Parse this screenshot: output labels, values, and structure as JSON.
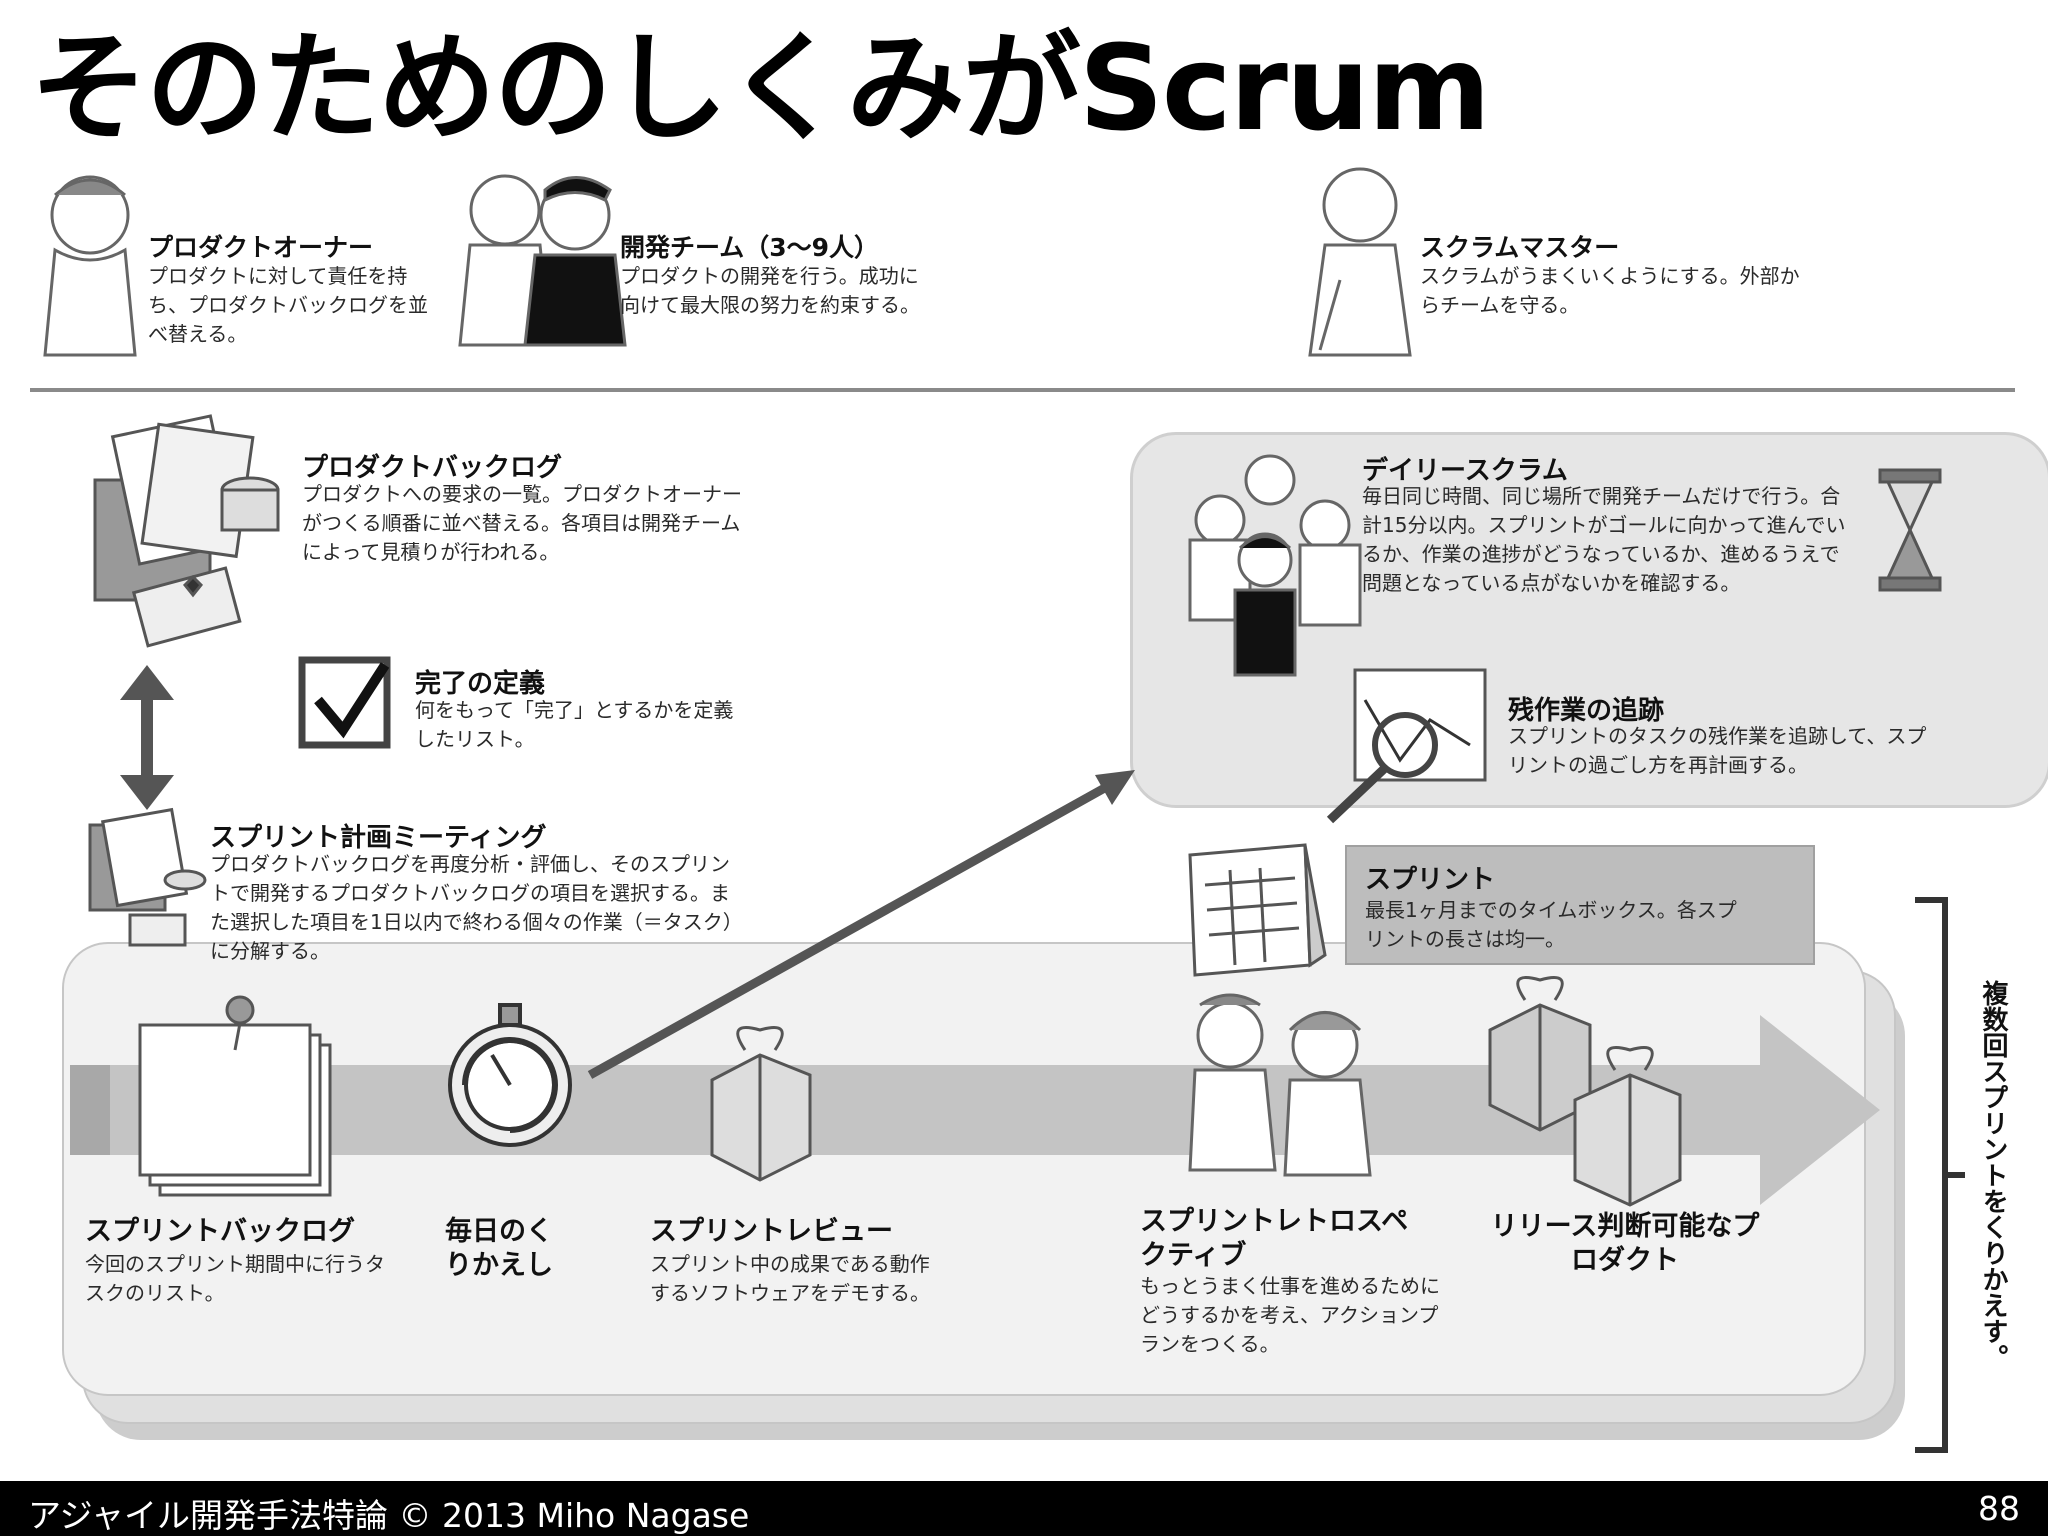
{
  "title": "そのためのしくみがScrum",
  "roles": {
    "product_owner": {
      "name": "プロダクトオーナー",
      "desc": "プロダクトに対して責任を持ち、プロダクトバックログを並べ替える。"
    },
    "dev_team": {
      "name": "開発チーム（3〜9人）",
      "desc": "プロダクトの開発を行う。成功に向けて最大限の努力を約束する。"
    },
    "scrum_master": {
      "name": "スクラムマスター",
      "desc": "スクラムがうまくいくようにする。外部からチームを守る。"
    }
  },
  "artifacts": {
    "product_backlog": {
      "title": "プロダクトバックログ",
      "desc": "プロダクトへの要求の一覧。プロダクトオーナーがつくる順番に並べ替える。各項目は開発チームによって見積りが行われる。"
    },
    "definition_of_done": {
      "title": "完了の定義",
      "desc": "何をもって「完了」とするかを定義したリスト。"
    },
    "sprint_planning": {
      "title": "スプリント計画ミーティング",
      "desc": "プロダクトバックログを再度分析・評価し、そのスプリントで開発するプロダクトバックログの項目を選択する。また選択した項目を1日以内で終わる個々の作業（＝タスク）に分解する。"
    },
    "daily_scrum": {
      "title": "デイリースクラム",
      "desc": "毎日同じ時間、同じ場所で開発チームだけで行う。合計15分以内。スプリントがゴールに向かって進んでいるか、作業の進捗がどうなっているか、進めるうえで問題となっている点がないかを確認する。"
    },
    "burndown": {
      "title": "残作業の追跡",
      "desc": "スプリントのタスクの残作業を追跡して、スプリントの過ごし方を再計画する。"
    },
    "sprint": {
      "title": "スプリント",
      "desc": "最長1ヶ月までのタイムボックス。各スプリントの長さは均一。"
    }
  },
  "flow": {
    "sprint_backlog": {
      "title": "スプリントバックログ",
      "desc": "今回のスプリント期間中に行うタスクのリスト。"
    },
    "daily_loop": {
      "title": "毎日のくりかえし"
    },
    "sprint_review": {
      "title": "スプリントレビュー",
      "desc": "スプリント中の成果である動作するソフトウェアをデモする。"
    },
    "retrospective": {
      "title": "スプリントレトロスペクティブ",
      "desc": "もっとうまく仕事を進めるためにどうするかを考え、アクションプランをつくる。"
    },
    "release": {
      "title": "リリース判断可能なプロダクト"
    }
  },
  "vertical_label": "複数回スプリントをくりかえす。",
  "footer": {
    "left": "アジャイル開発手法特論 © 2013 Miho Nagase",
    "page": "88"
  }
}
